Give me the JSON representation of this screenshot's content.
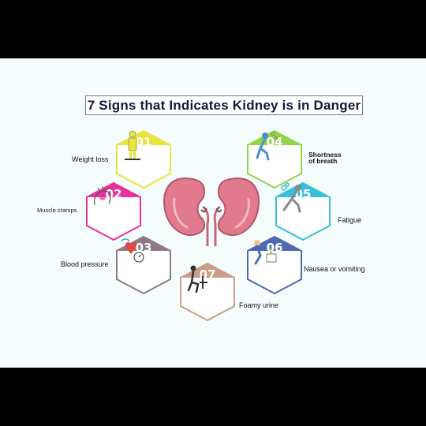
{
  "title": "7 Signs that Indicates Kidney is in Danger",
  "colors": {
    "01": "#e9e43e",
    "02": "#e8339a",
    "03": "#8e7a86",
    "04": "#93d446",
    "05": "#38c0d8",
    "06": "#4f68b3",
    "07": "#c89f86",
    "kidney": "#e07a8c"
  },
  "signs": [
    {
      "num": "01",
      "label": "Weight loss",
      "icon": "standing-person-icon"
    },
    {
      "num": "02",
      "label": "Muscle cramps",
      "icon": "muscle-pain-icon"
    },
    {
      "num": "03",
      "label": "Blood pressure",
      "icon": "blood-pressure-icon"
    },
    {
      "num": "04",
      "label_line1": "Shortness",
      "label_line2": "of breath",
      "icon": "coughing-person-icon"
    },
    {
      "num": "05",
      "label": "Fatigue",
      "icon": "tired-person-icon"
    },
    {
      "num": "06",
      "label": "Nausea or vomiting",
      "icon": "vomiting-person-icon"
    },
    {
      "num": "07",
      "label": "Foamy urine",
      "icon": "toilet-person-icon"
    }
  ]
}
